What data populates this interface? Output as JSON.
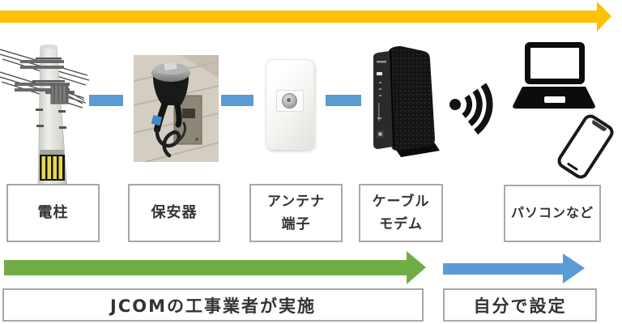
{
  "colors": {
    "gold": "#FFC000",
    "green": "#70AD47",
    "blue": "#5B9BD5",
    "boxBorder": "#a8a8a8",
    "ink": "#333333"
  },
  "diagram": {
    "stages": [
      {
        "name": "utility-pole",
        "label": "電柱",
        "icon": "utility-pole-illustration"
      },
      {
        "name": "surge-protector",
        "label": "保安器",
        "icon": "surge-protector-photo"
      },
      {
        "name": "antenna-outlet",
        "label": "アンテナ",
        "label2": "端子",
        "icon": "antenna-wall-plate"
      },
      {
        "name": "cable-modem",
        "label": "ケーブル",
        "label2": "モデム",
        "icon": "cable-modem-device"
      },
      {
        "name": "devices",
        "label": "パソコンなど",
        "icon": "laptop-and-smartphone-icons"
      }
    ],
    "wireless_icon": "wifi-signal-icon",
    "connector_icon": "blue-link-bar",
    "phases": [
      {
        "name": "installer",
        "label": "JCOMの工事業者が実施",
        "color": "#70AD47"
      },
      {
        "name": "self-setup",
        "label": "自分で設定",
        "color": "#5B9BD5"
      }
    ]
  }
}
